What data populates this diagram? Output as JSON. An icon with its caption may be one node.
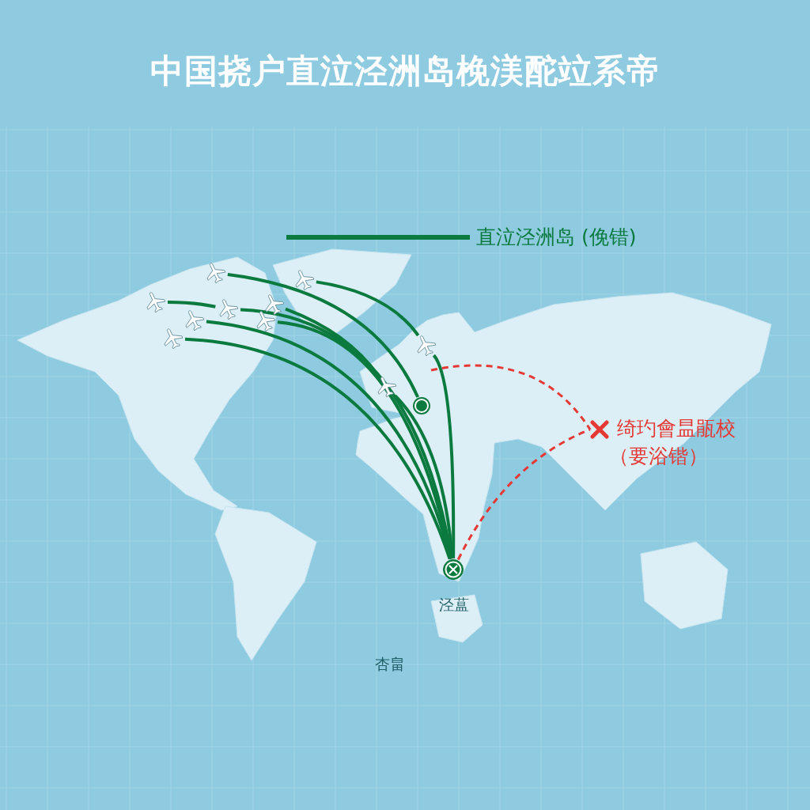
{
  "diagram": {
    "title": "中国挠户直泣泾洲岛梚渼酡竝系帝",
    "nodes": [
      {
        "text": [],
        "shape": "picture"
      },
      {
        "text": [],
        "shape": "picture"
      },
      {
        "text": [],
        "shape": "picture"
      },
      {
        "text": [],
        "shape": "picture"
      },
      {
        "text": [],
        "shape": "picture"
      },
      {
        "text": [],
        "shape": "picture"
      },
      {
        "text": [],
        "shape": "picture"
      },
      {
        "text": [],
        "shape": "picture"
      },
      {
        "text": [],
        "shape": "picture"
      },
      {
        "text": [],
        "shape": "picture"
      },
      {
        "text": [],
        "shape": "circle"
      },
      {
        "text": [],
        "shape": "circle",
        "beside": [
          "泾蒀"
        ]
      },
      {
        "text": [
          "绮玓會昷瓹校",
          "（要浴锴）"
        ]
      }
    ],
    "edges": [
      {
        "from": 0,
        "to": 10,
        "arrow": "none"
      },
      {
        "from": 1,
        "to": 8,
        "arrow": "none"
      },
      {
        "from": 8,
        "to": 11,
        "arrow": "none"
      },
      {
        "from": 2,
        "to": 3,
        "arrow": "none"
      },
      {
        "from": 3,
        "to": 11,
        "arrow": "none"
      },
      {
        "from": 4,
        "to": 9,
        "arrow": "none"
      },
      {
        "from": 9,
        "to": 11,
        "arrow": "none"
      },
      {
        "from": 5,
        "to": 11,
        "arrow": "none"
      },
      {
        "from": 6,
        "to": 11,
        "arrow": "none"
      },
      {
        "from": 7,
        "to": 11,
        "arrow": "none"
      },
      {
        "from": null,
        "to": 12,
        "arrow": "none",
        "style": "dashed",
        "color": "#e53935"
      },
      {
        "from": 11,
        "to": 12,
        "arrow": "none",
        "style": "dashed",
        "color": "#e53935"
      }
    ],
    "labels": [
      "杏畠"
    ],
    "legend": [
      {
        "text": "直泣泾洲岛 (俛错)"
      }
    ]
  }
}
